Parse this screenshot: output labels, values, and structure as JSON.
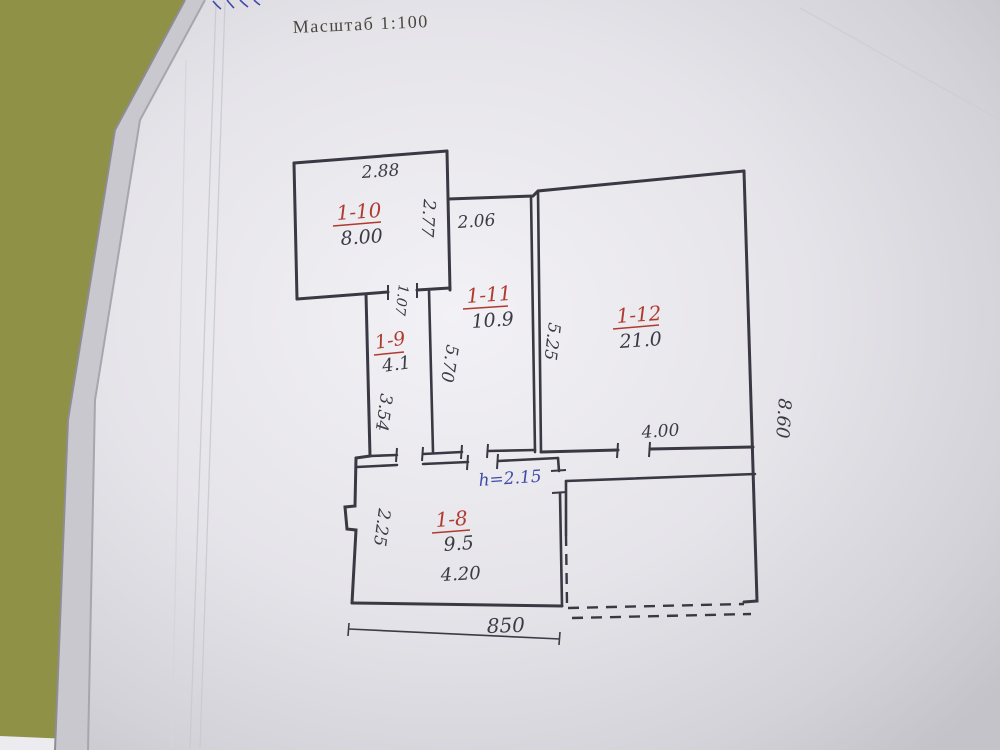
{
  "photo": {
    "background_color": "#8f9146",
    "paper_color": "#e9e8ec",
    "ink_color": "#3c3b45",
    "red_label_color": "#b03a30",
    "blue_note_color": "#3f4aa8"
  },
  "header": {
    "scale_label": "Масштаб 1:100"
  },
  "plan": {
    "rooms": [
      {
        "label": "1-10",
        "area": "8.00"
      },
      {
        "label": "1-11",
        "area": "10.9"
      },
      {
        "label": "1-12",
        "area": "21.0"
      },
      {
        "label": "1-9",
        "area": "4.1"
      },
      {
        "label": "1-8",
        "area": "9.5"
      }
    ],
    "dimensions": {
      "room_1_10_width": "2.88",
      "room_1_10_depth": "2.77",
      "room_1_11_width": "2.06",
      "room_1_11_depth": "5.70",
      "room_1_9_door": "1.07",
      "room_1_9_depth": "3.54",
      "room_1_12_depth": "5.25",
      "room_1_12_width": "4.00",
      "room_1_8_depth": "2.25",
      "room_1_8_width": "4.20",
      "overall_depth": "8.60",
      "overall_width": "850",
      "ceiling_height": "h=2.15"
    }
  }
}
